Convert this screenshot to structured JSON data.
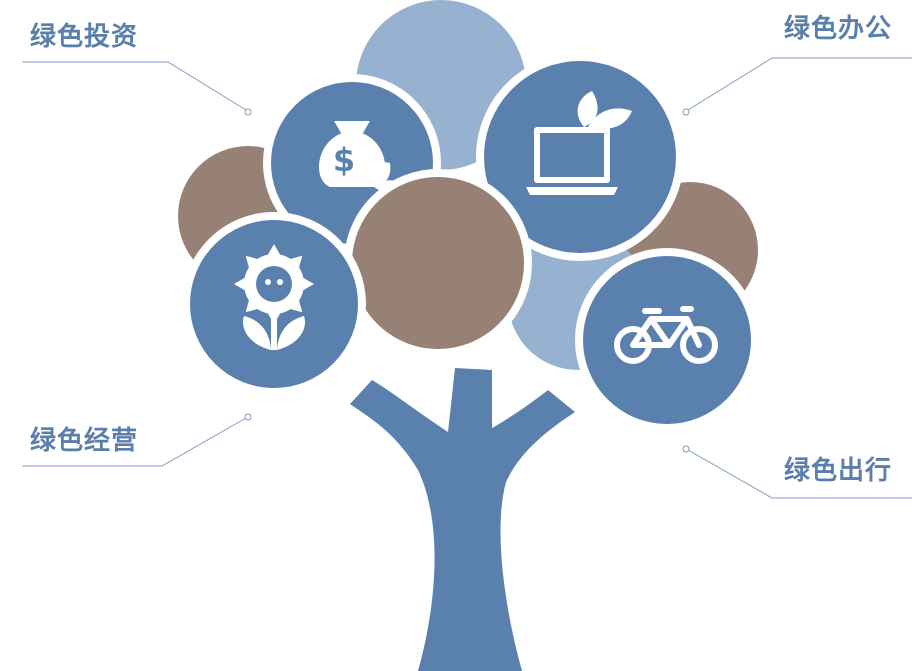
{
  "colors": {
    "blue": "#5a80ad",
    "light_blue": "#97b2d0",
    "brown": "#978074",
    "white": "#ffffff",
    "label_blue": "#5a7fab",
    "line": "#7e9cc0"
  },
  "labels": {
    "invest": "绿色投资",
    "office": "绿色办公",
    "business": "绿色经营",
    "travel": "绿色出行"
  },
  "icons": {
    "invest": "money-bag-leaf-icon",
    "office": "laptop-leaf-icon",
    "business": "sunflower-icon",
    "travel": "bicycle-icon"
  }
}
